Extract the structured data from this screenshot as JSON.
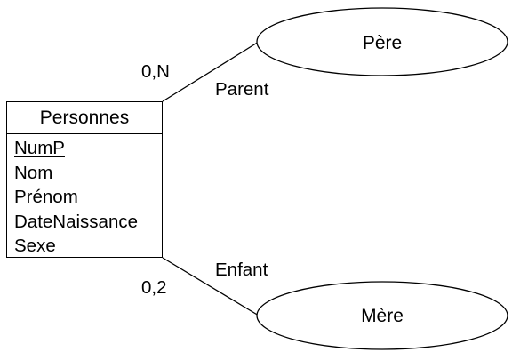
{
  "entity": {
    "name": "Personnes",
    "attributes": [
      {
        "name": "NumP",
        "key": true
      },
      {
        "name": "Nom",
        "key": false
      },
      {
        "name": "Prénom",
        "key": false
      },
      {
        "name": "DateNaissance",
        "key": false
      },
      {
        "name": "Sexe",
        "key": false
      }
    ]
  },
  "relations": [
    {
      "role": "Parent",
      "cardinality": "0,N",
      "target": "Père"
    },
    {
      "role": "Enfant",
      "cardinality": "0,2",
      "target": "Mère"
    }
  ]
}
